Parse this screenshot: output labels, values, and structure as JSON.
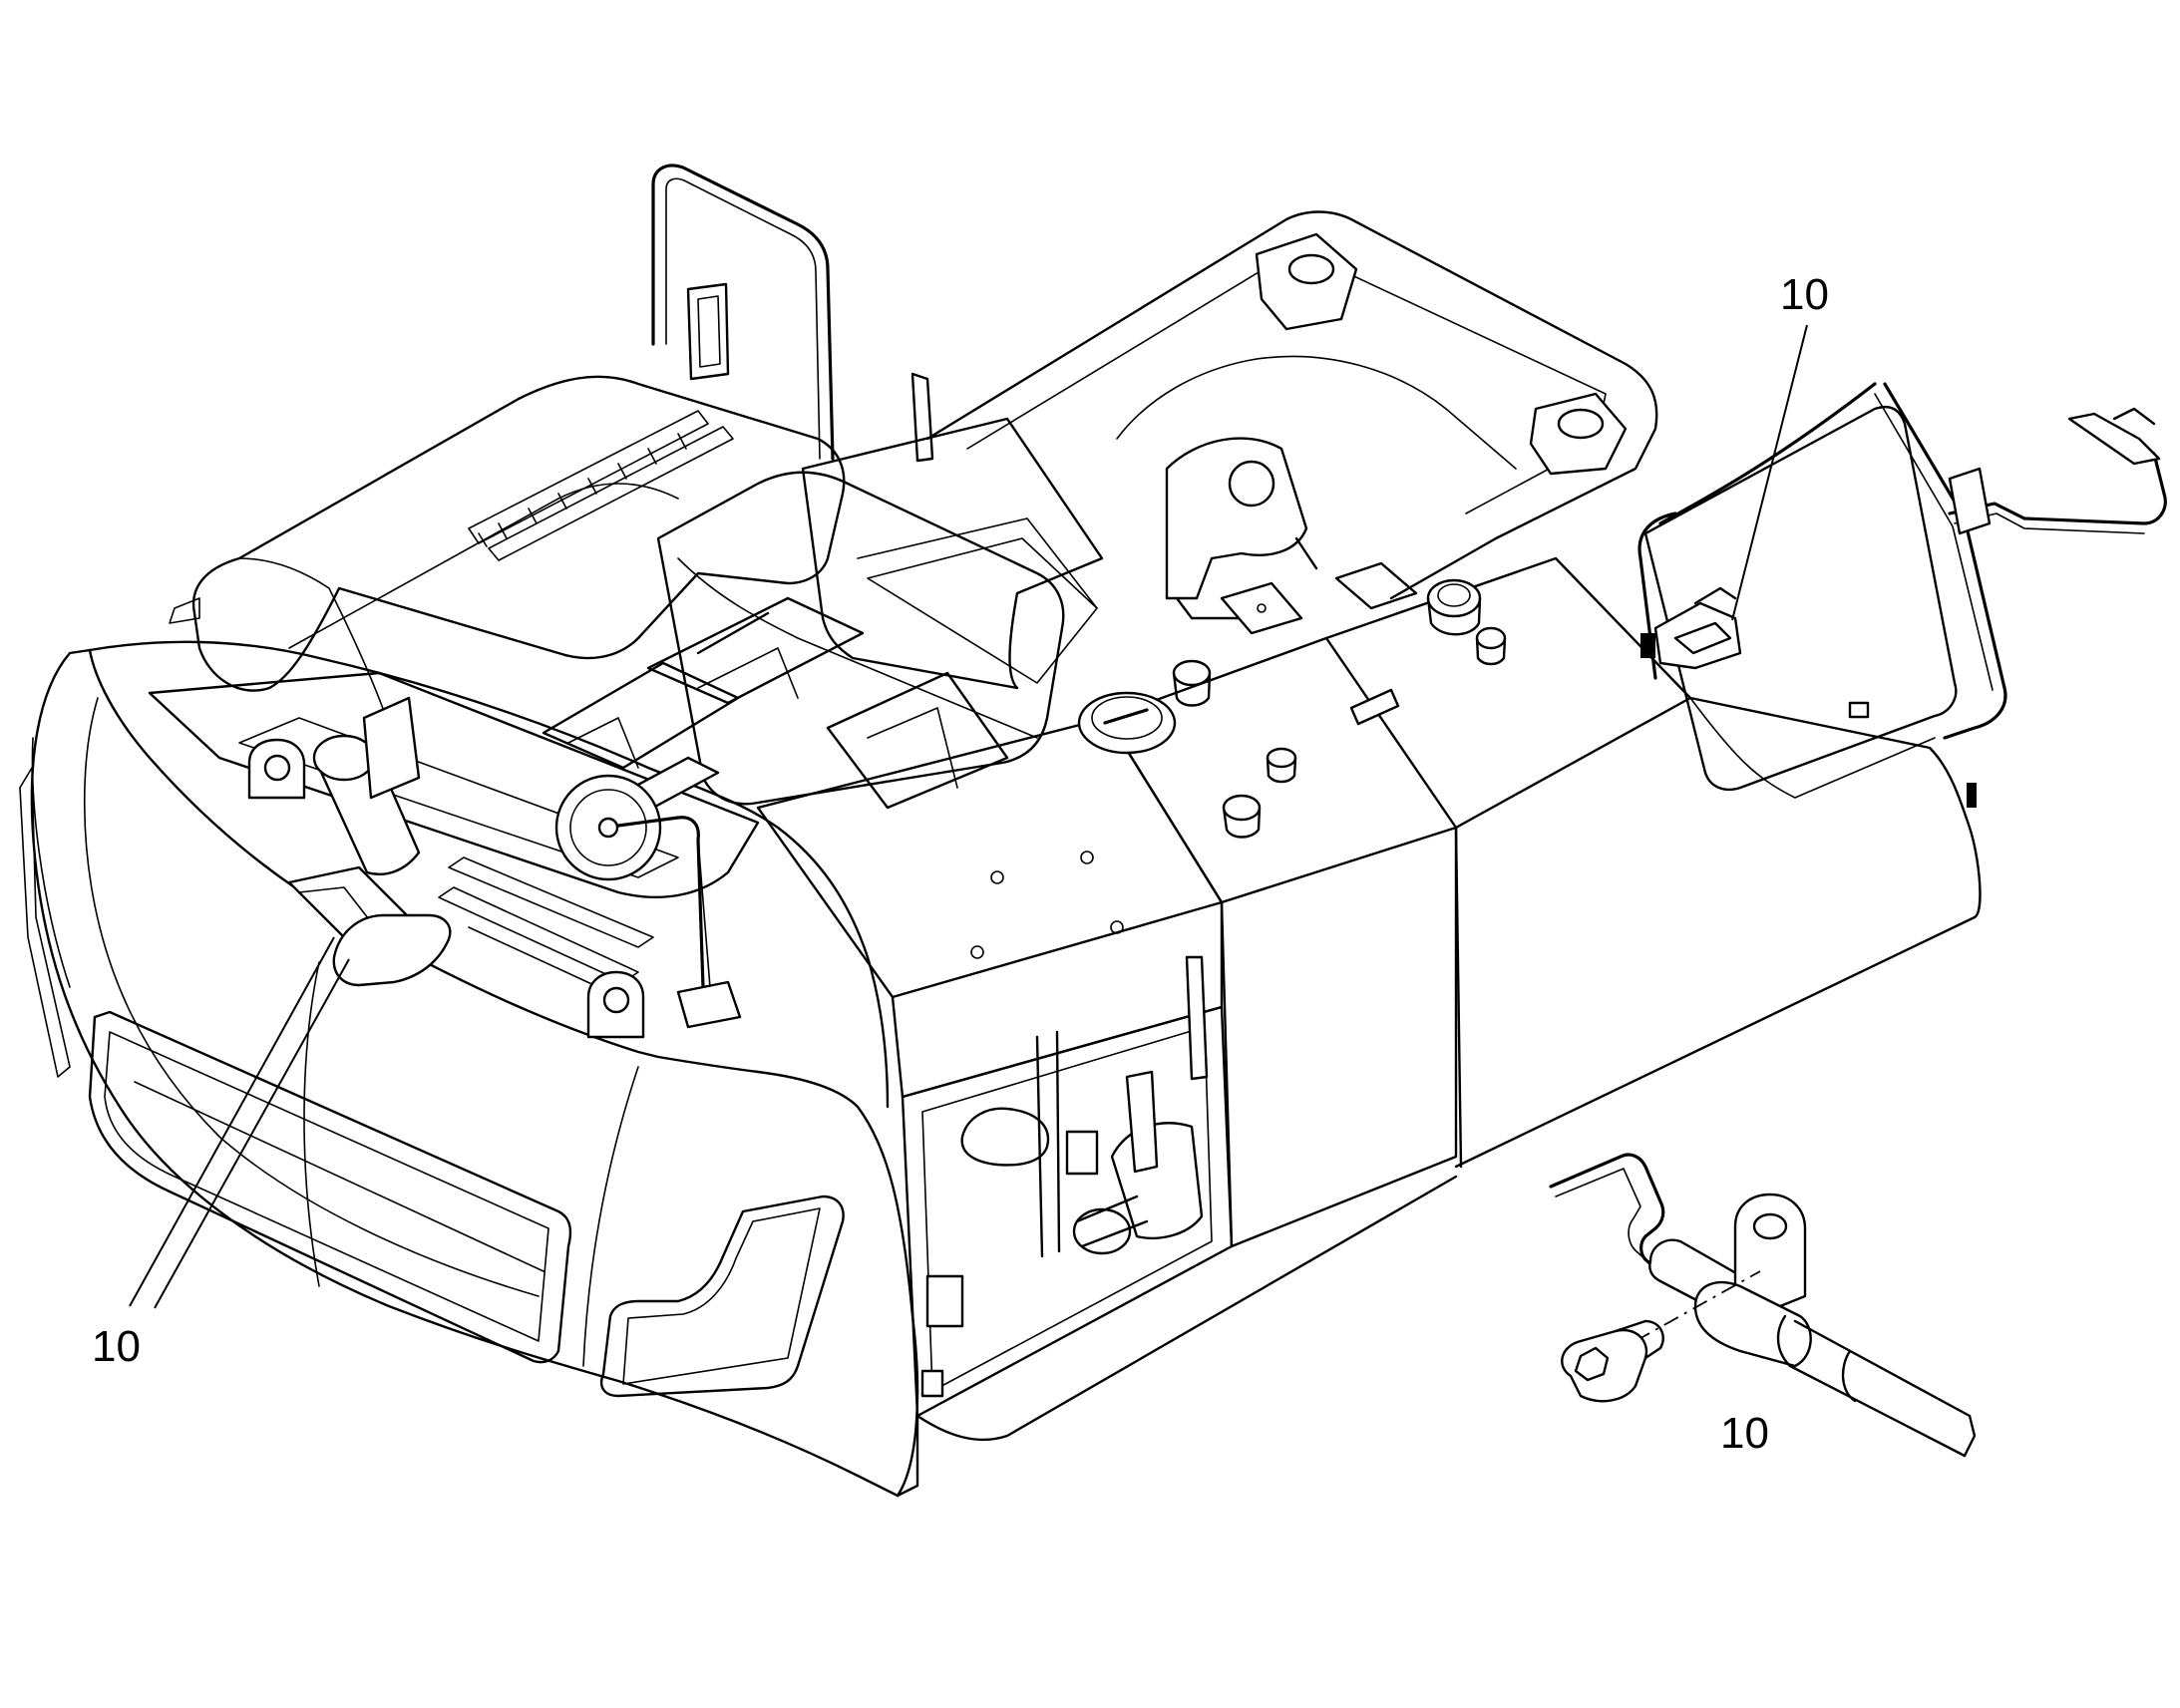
{
  "callouts": [
    {
      "label": "10",
      "target": "fuel-filler-cap"
    },
    {
      "label": "10",
      "target": "front-hood-latch"
    },
    {
      "label": "10",
      "target": "locking-pin-assembly"
    }
  ]
}
